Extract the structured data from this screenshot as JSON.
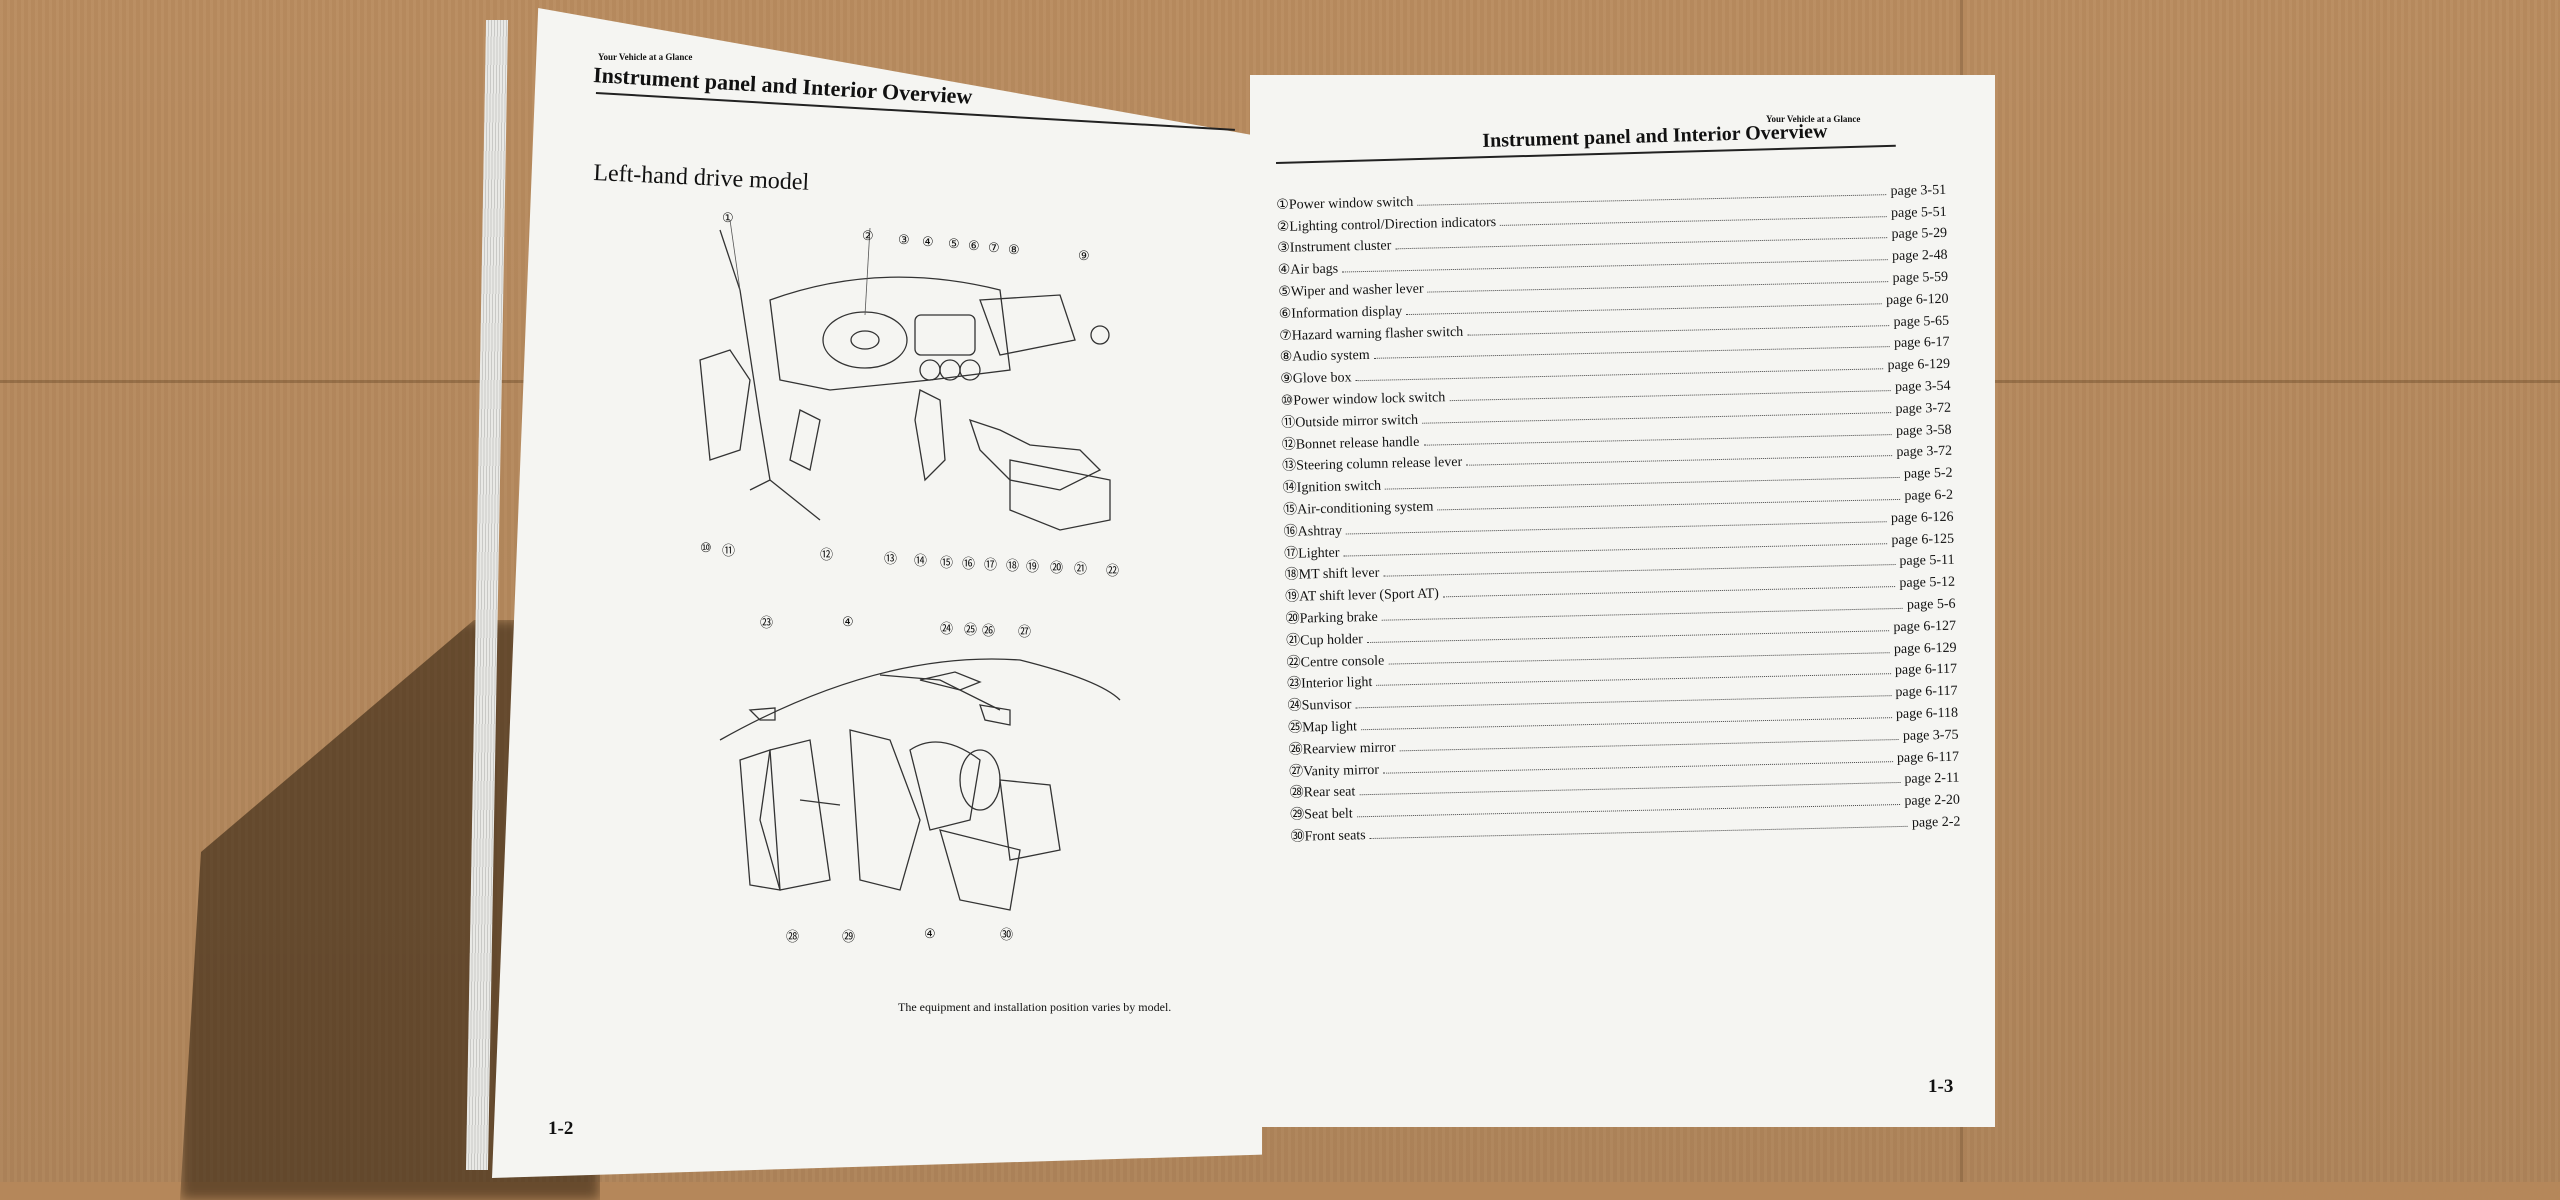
{
  "left_page": {
    "section": "Your Vehicle at a Glance",
    "title": "Instrument panel and Interior Overview",
    "subtitle": "Left-hand drive model",
    "diagram_top": {
      "top_callouts": [
        "①",
        "②",
        "③",
        "④",
        "⑤",
        "⑥",
        "⑦",
        "⑧",
        "⑨"
      ],
      "bottom_callouts": [
        "⑩",
        "⑪",
        "⑫",
        "⑬",
        "⑭",
        "⑮",
        "⑯",
        "⑰",
        "⑱",
        "⑲",
        "⑳",
        "㉑",
        "㉒"
      ]
    },
    "diagram_bottom": {
      "top_callouts": [
        "㉓",
        "④",
        "㉔",
        "㉕",
        "㉖",
        "㉗"
      ],
      "bottom_callouts": [
        "㉘",
        "㉙",
        "④",
        "㉚"
      ]
    },
    "footnote": "The equipment and installation position varies by model.",
    "page_number": "1-2"
  },
  "right_page": {
    "section": "Your Vehicle at a Glance",
    "title": "Instrument panel and Interior Overview",
    "items": [
      {
        "num": "①",
        "label": "Power window switch",
        "page": "page 3-51"
      },
      {
        "num": "②",
        "label": "Lighting control/Direction indicators",
        "page": "page 5-51"
      },
      {
        "num": "③",
        "label": "Instrument cluster",
        "page": "page 5-29"
      },
      {
        "num": "④",
        "label": "Air bags",
        "page": "page 2-48"
      },
      {
        "num": "⑤",
        "label": "Wiper and washer lever",
        "page": "page 5-59"
      },
      {
        "num": "⑥",
        "label": "Information display",
        "page": "page 6-120"
      },
      {
        "num": "⑦",
        "label": "Hazard warning flasher switch",
        "page": "page 5-65"
      },
      {
        "num": "⑧",
        "label": "Audio system",
        "page": "page 6-17"
      },
      {
        "num": "⑨",
        "label": "Glove box",
        "page": "page 6-129"
      },
      {
        "num": "⑩",
        "label": "Power window lock switch",
        "page": "page 3-54"
      },
      {
        "num": "⑪",
        "label": "Outside mirror switch",
        "page": "page 3-72"
      },
      {
        "num": "⑫",
        "label": "Bonnet release handle",
        "page": "page 3-58"
      },
      {
        "num": "⑬",
        "label": "Steering column release lever",
        "page": "page 3-72"
      },
      {
        "num": "⑭",
        "label": "Ignition switch",
        "page": "page 5-2"
      },
      {
        "num": "⑮",
        "label": "Air-conditioning system",
        "page": "page 6-2"
      },
      {
        "num": "⑯",
        "label": "Ashtray",
        "page": "page 6-126"
      },
      {
        "num": "⑰",
        "label": "Lighter",
        "page": "page 6-125"
      },
      {
        "num": "⑱",
        "label": "MT shift lever",
        "page": "page 5-11"
      },
      {
        "num": "⑲",
        "label": "AT shift lever (Sport AT)",
        "page": "page 5-12"
      },
      {
        "num": "⑳",
        "label": "Parking brake",
        "page": "page 5-6"
      },
      {
        "num": "㉑",
        "label": "Cup holder",
        "page": "page 6-127"
      },
      {
        "num": "㉒",
        "label": "Centre console",
        "page": "page 6-129"
      },
      {
        "num": "㉓",
        "label": "Interior light",
        "page": "page 6-117"
      },
      {
        "num": "㉔",
        "label": "Sunvisor",
        "page": "page 6-117"
      },
      {
        "num": "㉕",
        "label": "Map light",
        "page": "page 6-118"
      },
      {
        "num": "㉖",
        "label": "Rearview mirror",
        "page": "page 3-75"
      },
      {
        "num": "㉗",
        "label": "Vanity mirror",
        "page": "page 6-117"
      },
      {
        "num": "㉘",
        "label": "Rear seat",
        "page": "page 2-11"
      },
      {
        "num": "㉙",
        "label": "Seat belt",
        "page": "page 2-20"
      },
      {
        "num": "㉚",
        "label": "Front seats",
        "page": "page 2-2"
      }
    ],
    "page_number": "1-3"
  }
}
